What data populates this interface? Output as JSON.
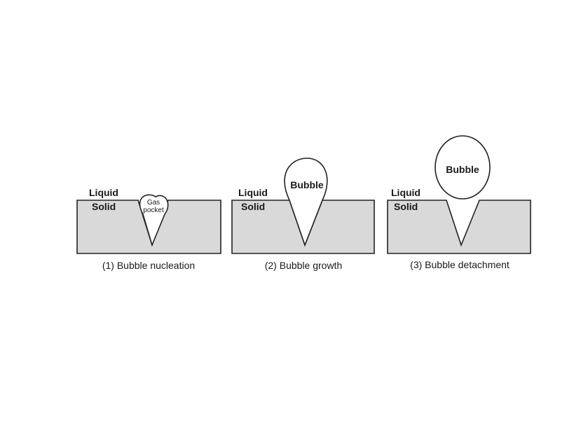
{
  "labels": {
    "liquid": "Liquid",
    "solid": "Solid",
    "bubble": "Bubble",
    "gas_pocket_line1": "Gas",
    "gas_pocket_line2": "pocket"
  },
  "stages": [
    {
      "caption": "(1) Bubble nucleation"
    },
    {
      "caption": "(2) Bubble growth"
    },
    {
      "caption": "(3) Bubble detachment"
    }
  ],
  "colors": {
    "solid_fill": "#d9d9d9",
    "outline": "#222222",
    "bubble_fill": "#ffffff"
  }
}
